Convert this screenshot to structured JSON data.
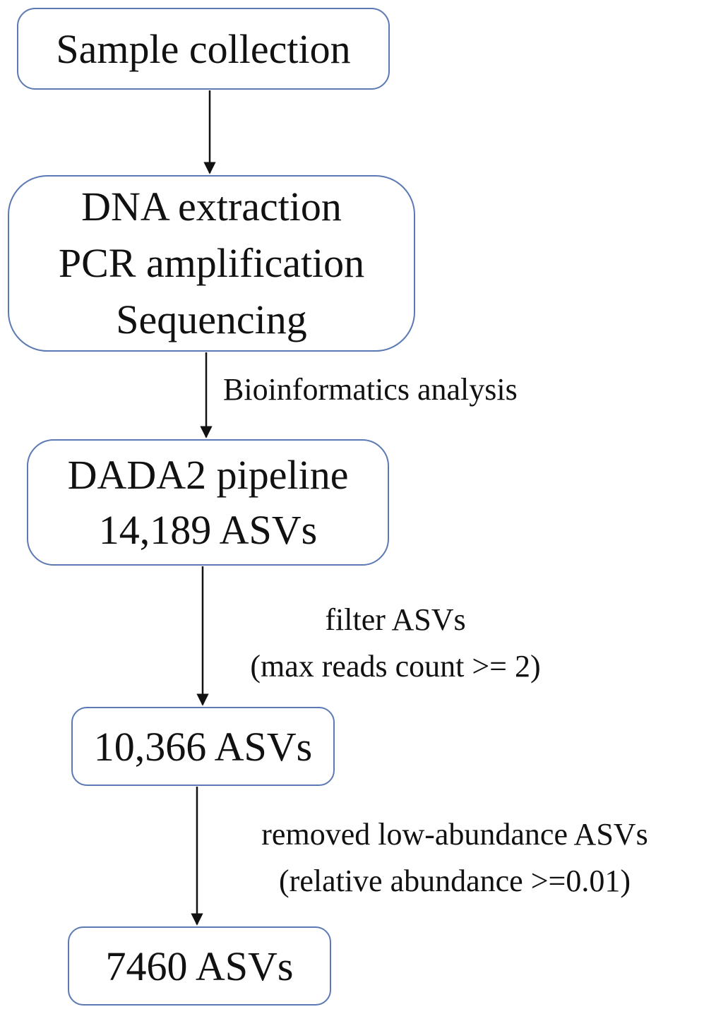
{
  "boxes": {
    "sample_collection": "Sample collection",
    "lab_steps": [
      "DNA extraction",
      "PCR amplification",
      "Sequencing"
    ],
    "dada2": [
      "DADA2 pipeline",
      "14,189 ASVs"
    ],
    "filtered": "10,366 ASVs",
    "final": "7460 ASVs"
  },
  "edge_labels": {
    "bioinformatics": "Bioinformatics analysis",
    "filter": [
      "filter ASVs",
      "(max reads count >= 2)"
    ],
    "remove": [
      "removed low-abundance ASVs",
      "(relative abundance >=0.01)"
    ]
  },
  "colors": {
    "box_border": "#5b79b3",
    "arrow": "#111111",
    "text": "#111111"
  }
}
